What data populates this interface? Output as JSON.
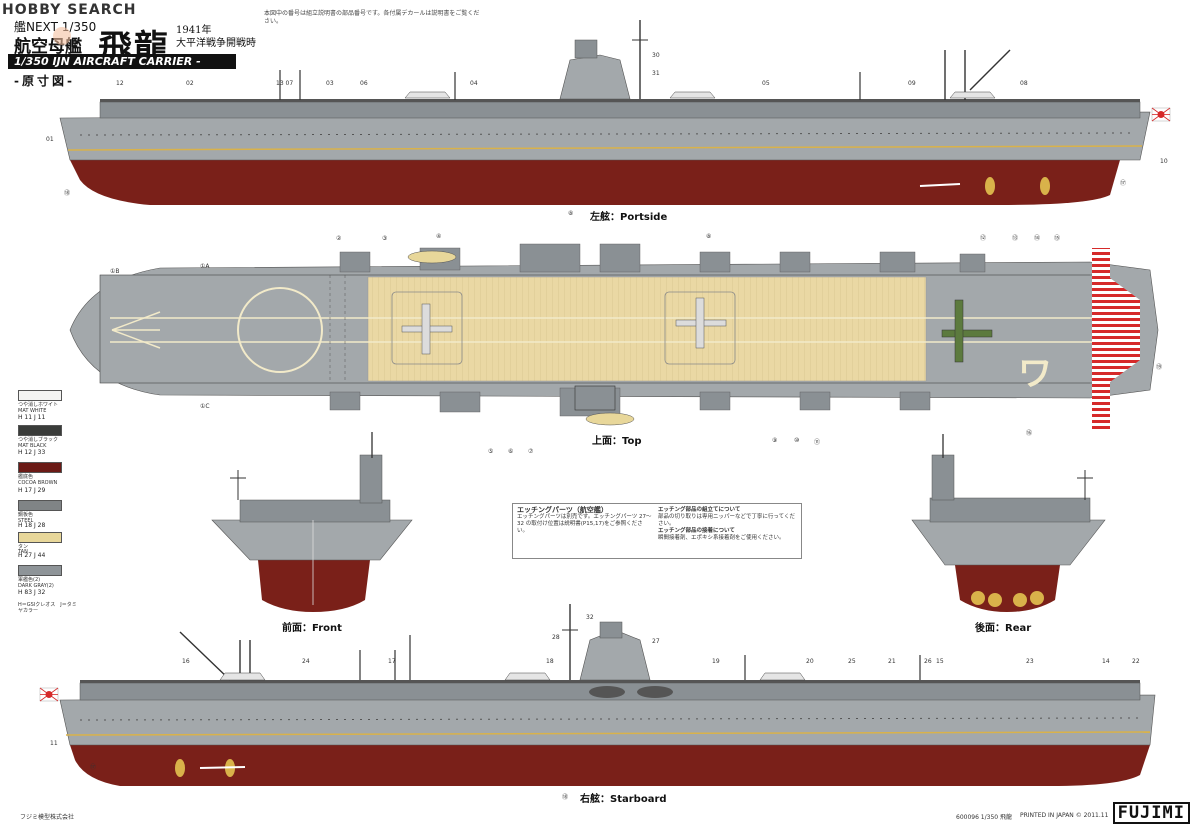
{
  "watermark": "HOBBY SEARCH",
  "header": {
    "kit_scale": "艦NEXT 1/350",
    "type_jp": "航空母艦",
    "name_jp": "飛龍",
    "sub_line1": "1941年",
    "sub_line2": "大平洋戦争開戦時",
    "title_en": "1/350 IJN AIRCRAFT CARRIER -HIRYU-",
    "genzu": "-原寸図-",
    "top_note": "本図中の番号は組立説明書の部品番号です。各付属デカールは説明書をご覧ください。"
  },
  "views": {
    "portside": {
      "label": "左舷：Portside",
      "marker": "⑧"
    },
    "top": {
      "label": "上面：Top"
    },
    "front": {
      "label": "前面：Front"
    },
    "rear": {
      "label": "後面：Rear"
    },
    "starboard": {
      "label": "右舷：Starboard"
    }
  },
  "portside_numbers": [
    "12",
    "02",
    "13 07",
    "03",
    "06",
    "04",
    "30",
    "31",
    "05",
    "09",
    "08",
    "01",
    "10",
    "⑱",
    "⑰"
  ],
  "top_numbers": [
    "①B",
    "①A",
    "①C",
    "②",
    "③",
    "④",
    "⑧",
    "⑫",
    "⑬",
    "⑭",
    "⑮",
    "⑤",
    "⑥",
    "⑦",
    "⑨",
    "⑩",
    "⑪",
    "⑲",
    "⑯"
  ],
  "starboard_numbers": [
    "16",
    "24",
    "17",
    "18",
    "32",
    "28",
    "27",
    "19",
    "20",
    "25",
    "21",
    "26",
    "15",
    "23",
    "14",
    "22",
    "11",
    "⑰",
    "⑱"
  ],
  "paints": [
    {
      "name_jp": "つや消しホワイト",
      "name_en": "MAT WHITE",
      "code": "H 11  J 11",
      "color": "#f4f4f2"
    },
    {
      "name_jp": "つや消しブラック",
      "name_en": "MAT BLACK",
      "code": "H 12  J 33",
      "color": "#3a3c3a"
    },
    {
      "name_jp": "艦底色",
      "name_en": "COCOA BROWN",
      "code": "H 17  J 29",
      "color": "#6b1a16"
    },
    {
      "name_jp": "鋼板色",
      "name_en": "STEEL",
      "code": "H 18  J 28",
      "color": "#808486"
    },
    {
      "name_jp": "タン",
      "name_en": "TAN",
      "code": "H 27  J 44",
      "color": "#e8d79a"
    },
    {
      "name_jp": "軍艦色(2)",
      "name_en": "DARK GRAY(2)",
      "code": "H 83  J 32",
      "color": "#8e9498"
    }
  ],
  "paint_note": "H＝GSIクレオス　J＝タミヤカラー",
  "etching": {
    "title": "エッチングパーツ（航空艦）",
    "left_text": "エッチングパーツは別売です。エッチングパーツ 27〜32 の取付け位置は説明書(P15,17)をご参照ください。",
    "right_title1": "エッチング部品の組立てについて",
    "right_text1": "部品の切り取りは専用ニッパーなどで丁寧に行ってください。",
    "right_title2": "エッチング部品の接着について",
    "right_text2": "瞬間接着剤、エポキシ系接着剤をご使用ください。"
  },
  "footer": {
    "left": "フジミ模型株式会社",
    "code": "600096 1/350 飛龍",
    "printed": "PRINTED IN JAPAN © 2011.11",
    "brand": "FUJIMI"
  },
  "colors": {
    "hull_gray": "#a3a8ab",
    "hull_dark": "#8a9094",
    "red_bottom": "#7a2019",
    "deck_tan": "#ead8a4",
    "boot_line": "#d9b24a",
    "rising_sun": "#d62a2a"
  }
}
